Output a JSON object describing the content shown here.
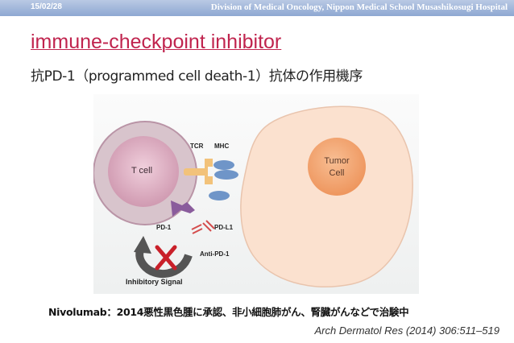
{
  "header": {
    "date": "15/02/28",
    "institution": "Division of Medical Oncology, Nippon Medical School Musashikosugi Hospital"
  },
  "slide": {
    "title": "immune-checkpoint inhibitor",
    "subtitle": "抗PD-1（programmed cell death-1）抗体の作用機序"
  },
  "diagram": {
    "t_cell_label": "T cell",
    "tumor_label_line1": "Tumor",
    "tumor_label_line2": "Cell",
    "tcr_label": "TCR",
    "mhc_label": "MHC",
    "pd1_label": "PD-1",
    "pdl1_label": "PD-L1",
    "anti_pd1_label": "Anti-PD-1",
    "inhibitory_signal_label": "Inhibitory Signal",
    "colors": {
      "t_cell_ring": "#c9a3b2",
      "t_cell_inner": "#d6a0b7",
      "tumor_cell": "#fbe1cf",
      "tumor_nucleus": "#f3a675",
      "receptor_blue": "#6f95c8",
      "pd1_purple": "#8a5c9c",
      "antibody_red": "#d44c4c",
      "x_mark": "#c9202a"
    }
  },
  "footer": {
    "note": "Nivolumab：2014悪性黒色腫に承認、非小細胞肺がん、腎臓がんなどで治験中",
    "citation": "Arch Dermatol Res (2014) 306:511–519"
  }
}
